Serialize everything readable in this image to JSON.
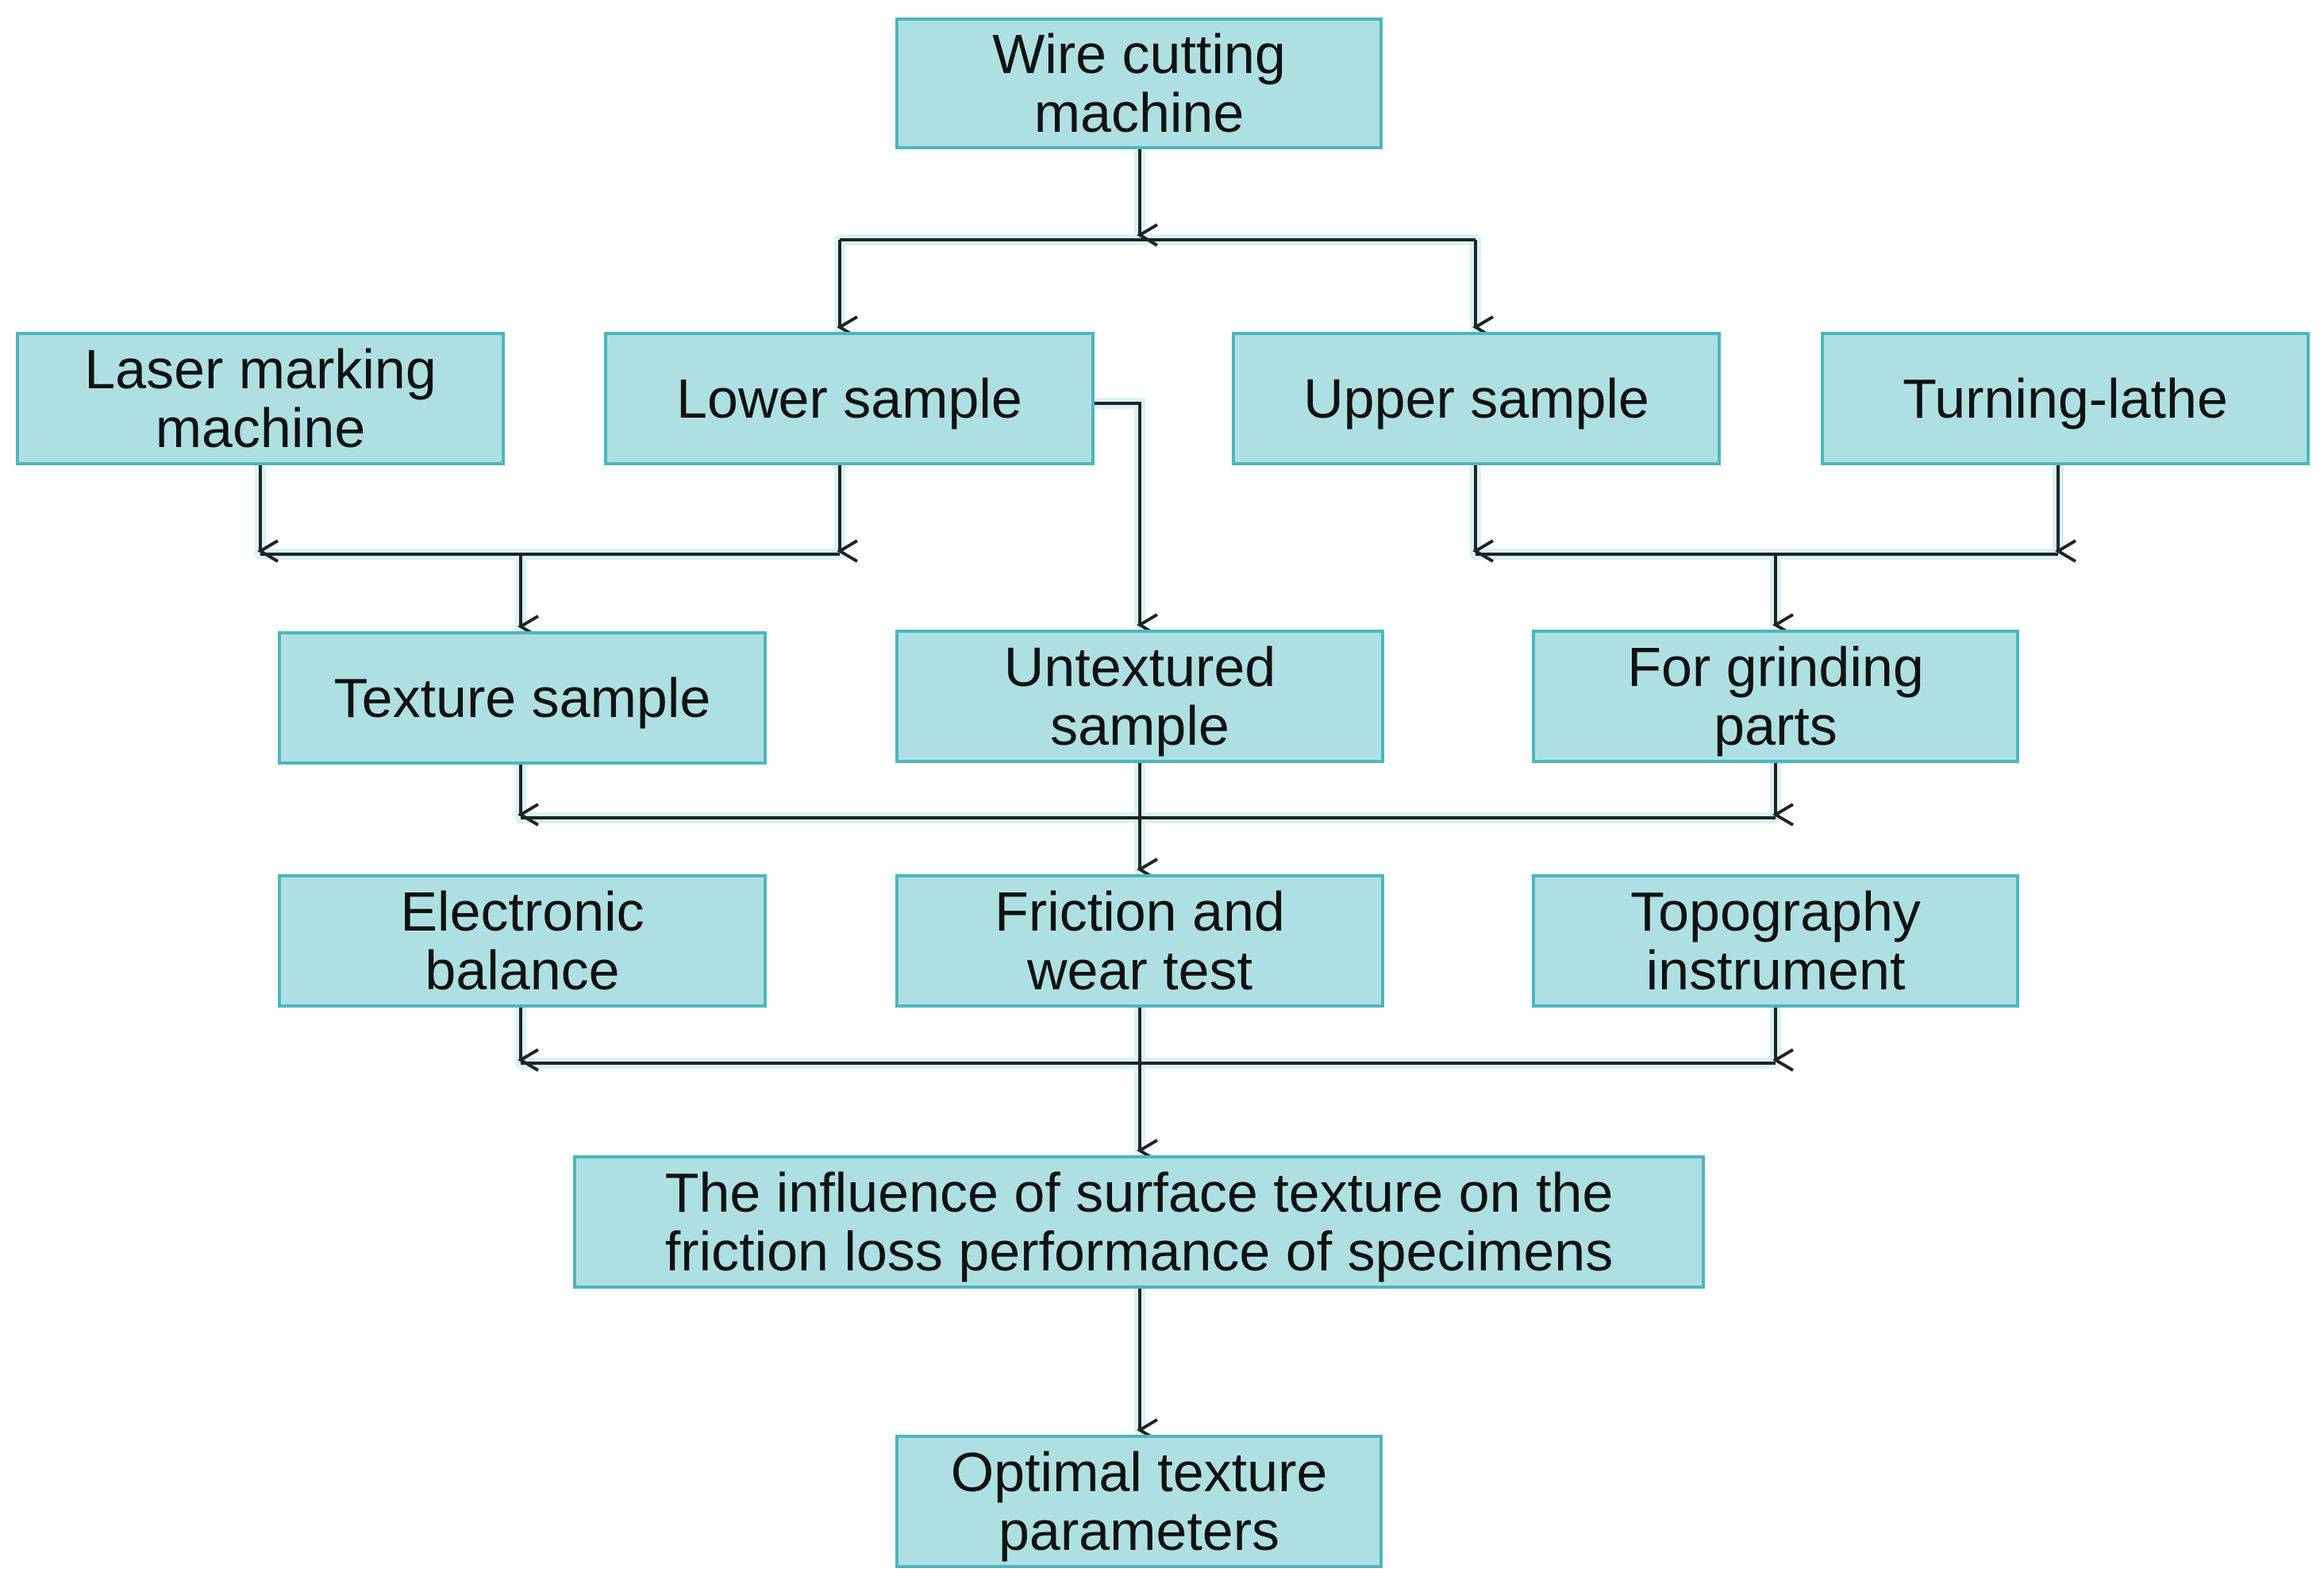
{
  "colors": {
    "box_fill": "#aee0e3",
    "box_border": "#4db6bf",
    "text": "#111111",
    "connector": "#222222",
    "glow": "#d8f3f5"
  },
  "nodes": {
    "wire_cutting_machine": "Wire cutting\nmachine",
    "laser_marking_machine": "Laser marking\nmachine",
    "lower_sample": "Lower sample",
    "upper_sample": "Upper sample",
    "turning_lathe": "Turning-lathe",
    "texture_sample": "Texture sample",
    "untextured_sample": "Untextured\nsample",
    "for_grinding_parts": "For grinding\nparts",
    "electronic_balance": "Electronic\nbalance",
    "friction_and_wear_test": "Friction and\nwear test",
    "topography_instrument": "Topography\ninstrument",
    "influence_of_surface_texture": "The influence of surface texture on the\nfriction loss performance of specimens",
    "optimal_texture_parameters": "Optimal texture\nparameters"
  }
}
